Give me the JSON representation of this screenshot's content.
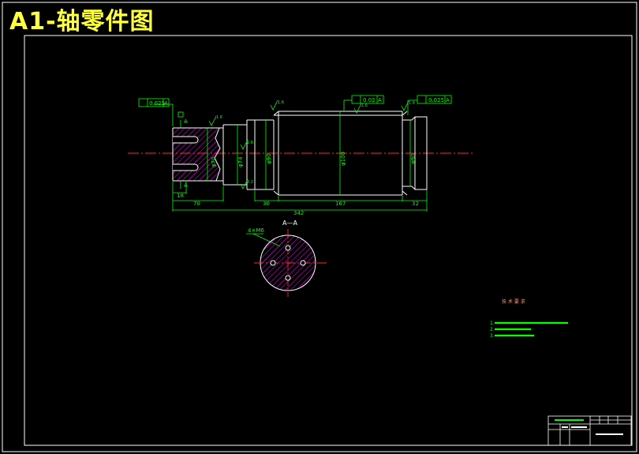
{
  "sheet_title": "A1-轴零件图",
  "drawing": {
    "section_label": "A—A",
    "section_marks": [
      "A",
      "A"
    ],
    "datum_label": "A",
    "gdt": [
      {
        "tolerance": "0.025",
        "datum": "A"
      },
      {
        "tolerance": "0.02",
        "datum": "A"
      },
      {
        "tolerance": "0.025",
        "datum": "A"
      }
    ],
    "diameters": [
      "φ70",
      "φ74",
      "φ90",
      "φ100",
      "φ90"
    ],
    "dimensions": [
      "18",
      "70",
      "30",
      "167",
      "32",
      "342"
    ],
    "hole_callout": "4×M6",
    "roughness": [
      "1.6",
      "1.6",
      "1.6",
      "1.6",
      "1.6",
      "3.2"
    ]
  },
  "tech_req": {
    "heading": "技 术 要 求",
    "items": [
      "1.",
      "2.",
      "3."
    ]
  },
  "colors": {
    "border": "#ffffff",
    "outline": "#ffffff",
    "dimension": "#00ff00",
    "centerline": "#ff2a2a",
    "hatch": "#ff00ff",
    "title": "#ffff3c"
  }
}
